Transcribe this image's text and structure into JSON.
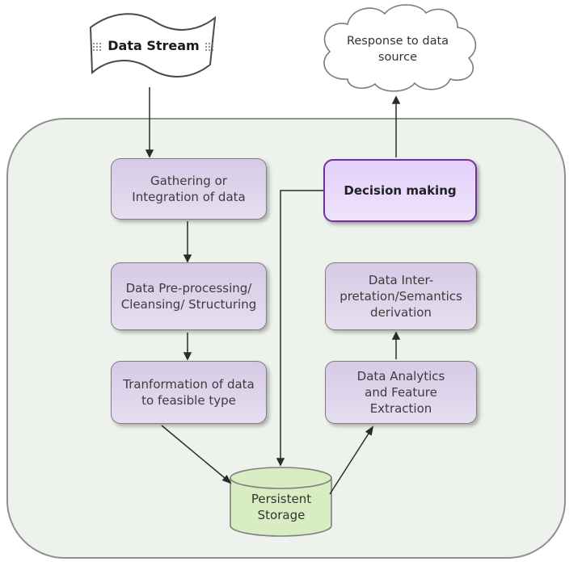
{
  "colors": {
    "canvas_bg": "#ffffff",
    "container_fill": "#edf2ec",
    "container_border": "#8f8f8f",
    "node_fill": "#dcd2e9",
    "node_border": "#7f7f7f",
    "decision_fill": "#e6d4f9",
    "decision_border": "#7030a0",
    "storage_fill": "#d9edc2",
    "external_shape_fill": "#ffffff",
    "external_shape_border": "#4a4a4a",
    "arrow": "#2b2b2b",
    "text": "#3c3c3c"
  },
  "external": {
    "data_stream": {
      "label": "Data Stream"
    },
    "response_cloud": {
      "label": "Response to data\nsource"
    }
  },
  "nodes": {
    "gathering": {
      "label": "Gathering or\nIntegration of data"
    },
    "decision": {
      "label": "Decision making"
    },
    "preprocessing": {
      "label": "Data Pre-processing/\nCleansing/ Structuring"
    },
    "transformation": {
      "label": "Tranformation of data\nto feasible type"
    },
    "interpretation": {
      "label": "Data Inter-\npretation/Semantics\nderivation"
    },
    "analytics": {
      "label": "Data Analytics\nand Feature Extraction"
    },
    "storage": {
      "label": "Persistent\nStorage"
    }
  },
  "edges": [
    {
      "from": "data-stream",
      "to": "gathering"
    },
    {
      "from": "gathering",
      "to": "preprocessing"
    },
    {
      "from": "preprocessing",
      "to": "transformation"
    },
    {
      "from": "transformation",
      "to": "persistent-storage"
    },
    {
      "from": "persistent-storage",
      "to": "analytics"
    },
    {
      "from": "analytics",
      "to": "interpretation"
    },
    {
      "from": "decision",
      "to": "persistent-storage"
    },
    {
      "from": "decision",
      "to": "response-cloud"
    }
  ]
}
